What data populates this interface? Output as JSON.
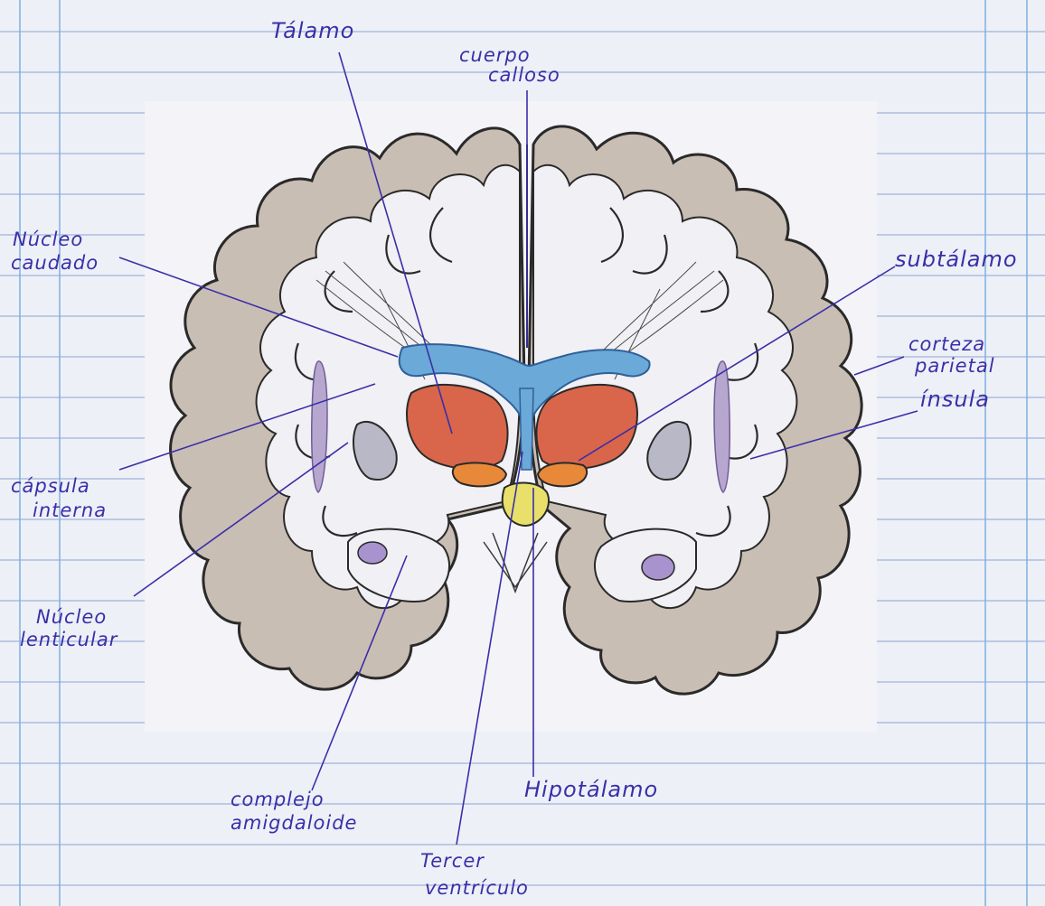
{
  "labels": {
    "talamo": "Tálamo",
    "cuerpo_calloso_1": "cuerpo",
    "cuerpo_calloso_2": "calloso",
    "nucleo_caudado_1": "Núcleo",
    "nucleo_caudado_2": "caudado",
    "subtalamo": "subtálamo",
    "corteza_parietal_1": "corteza",
    "corteza_parietal_2": "parietal",
    "insula": "ínsula",
    "capsula_interna_1": "cápsula",
    "capsula_interna_2": "interna",
    "nucleo_lenticular_1": "Núcleo",
    "nucleo_lenticular_2": "lenticular",
    "complejo_amigdaloide_1": "complejo",
    "complejo_amigdaloide_2": "amigdaloide",
    "hipotalamo": "Hipotálamo",
    "tercer_ventriculo_1": "Tercer",
    "tercer_ventriculo_2": "ventrículo"
  },
  "colors": {
    "label_ink": "#3a2fa8",
    "cortex": "#c9beb4",
    "white_matter": "#f1f0f4",
    "ventricle": "#6aa9d8",
    "thalamus": "#d9664a",
    "subthalamus": "#e8893a",
    "hypothalamus": "#e8e06a",
    "putamen": "#b8b8c6",
    "insula_strip": "#b7a7cf",
    "amygdala": "#a893cf",
    "notebook_line": "#9fb4d9",
    "margin_line": "#7fb0e0"
  }
}
